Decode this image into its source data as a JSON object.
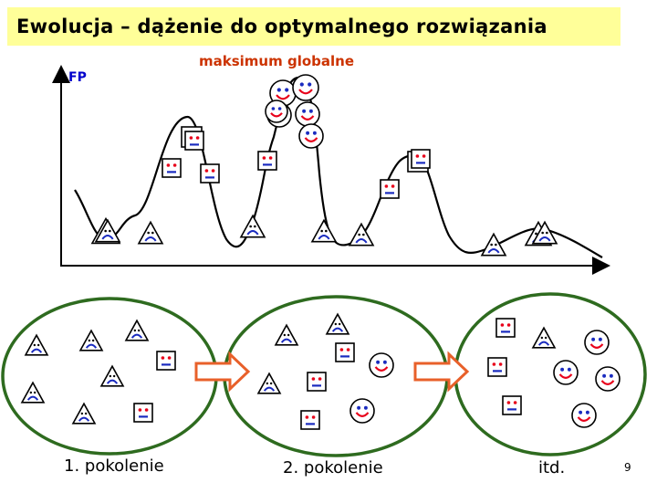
{
  "title": "Ewolucja – dążenie do optymalnego rozwiązania",
  "axis_label": "FP",
  "peak_label": "maksimum globalne",
  "captions": [
    "1. pokolenie",
    "2. pokolenie",
    "itd."
  ],
  "page_number": "9",
  "colors": {
    "title_bg": "#ffff99",
    "ellipse": "#2e6b1f",
    "arrow": "#e8602a",
    "smile_mouth": "#e8001a",
    "eyes": "#1a2bbf",
    "fp_label": "#0000cc",
    "peak_label": "#cc3300"
  },
  "icons": {
    "happy": "smiley-face-icon",
    "neutral": "square-face-icon",
    "sad": "triangle-face-icon",
    "arrow": "right-arrow-icon"
  }
}
